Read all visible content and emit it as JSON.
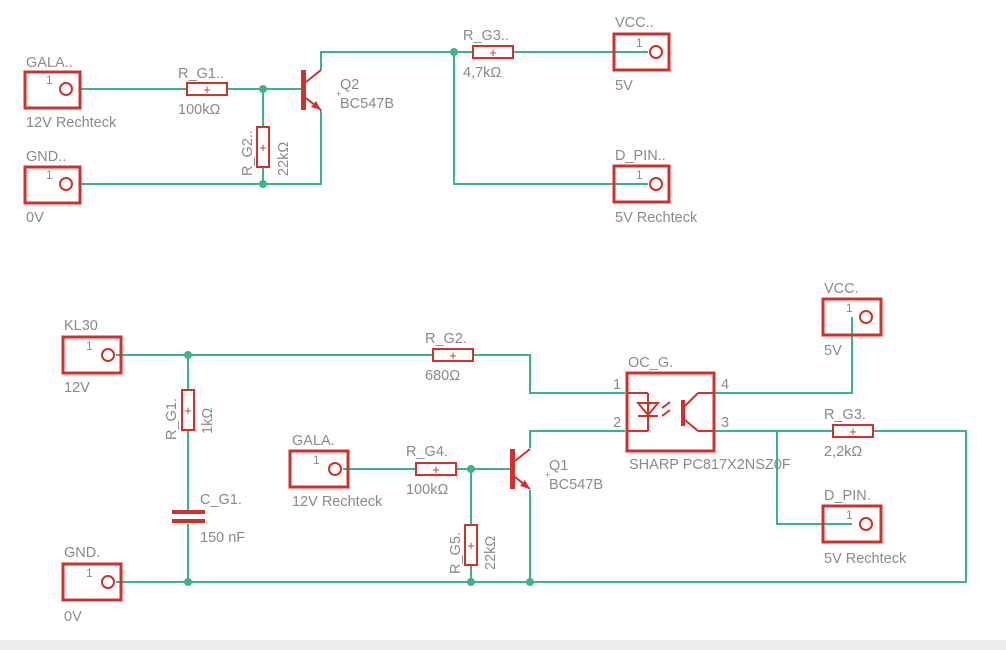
{
  "colors": {
    "wire": "#3db389",
    "symbol": "#d0312d",
    "label": "#8a8a8a"
  },
  "connectors": {
    "gala_top": {
      "name": "GALA..",
      "value": "12V Rechteck",
      "pin": "1"
    },
    "gnd_top": {
      "name": "GND..",
      "value": "0V",
      "pin": "1"
    },
    "vcc_top": {
      "name": "VCC..",
      "value": "5V",
      "pin": "1"
    },
    "dpin_top": {
      "name": "D_PIN..",
      "value": "5V Rechteck",
      "pin": "1"
    },
    "kl30": {
      "name": "KL30",
      "value": "12V",
      "pin": "1"
    },
    "gnd_bot": {
      "name": "GND.",
      "value": "0V",
      "pin": "1"
    },
    "gala_bot": {
      "name": "GALA.",
      "value": "12V Rechteck",
      "pin": "1"
    },
    "vcc_bot": {
      "name": "VCC.",
      "value": "5V",
      "pin": "1"
    },
    "dpin_bot": {
      "name": "D_PIN.",
      "value": "5V Rechteck",
      "pin": "1"
    }
  },
  "resistors": {
    "rg1_top": {
      "name": "R_G1..",
      "value": "100kΩ"
    },
    "rg2_top": {
      "name": "R_G2..",
      "value": "22kΩ"
    },
    "rg3_top": {
      "name": "R_G3..",
      "value": "4,7kΩ"
    },
    "rg2_bot": {
      "name": "R_G2.",
      "value": "680Ω"
    },
    "rg1_bot": {
      "name": "R_G1.",
      "value": "1kΩ"
    },
    "rg4_bot": {
      "name": "R_G4.",
      "value": "100kΩ"
    },
    "rg5_bot": {
      "name": "R_G5.",
      "value": "22kΩ"
    },
    "rg3_bot": {
      "name": "R_G3.",
      "value": "2,2kΩ"
    }
  },
  "capacitor": {
    "name": "C_G1.",
    "value": "150 nF"
  },
  "transistors": {
    "q2": {
      "name": "Q2",
      "value": "BC547B"
    },
    "q1": {
      "name": "Q1",
      "value": "BC547B"
    }
  },
  "optocoupler": {
    "name": "OC_G.",
    "value": "SHARP PC817X2NSZ0F",
    "pins": [
      "1",
      "2",
      "3",
      "4"
    ]
  },
  "resistor_symbol": "+"
}
